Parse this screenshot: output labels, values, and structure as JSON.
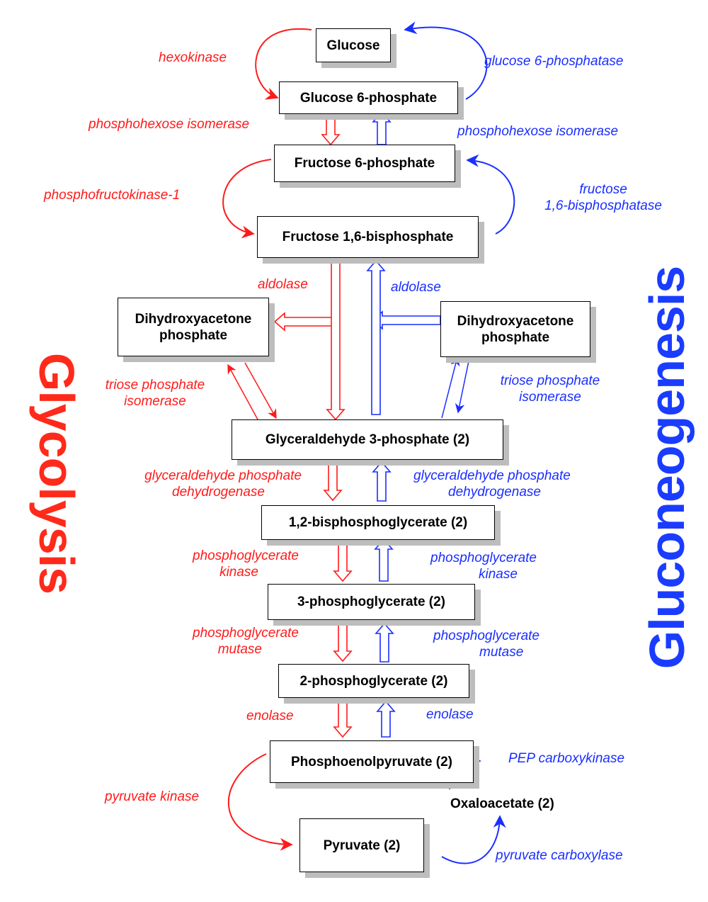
{
  "colors": {
    "glycolysis": "#ff1a1a",
    "gluconeogenesis": "#1a2eff",
    "box_border": "#000000",
    "box_shadow": "#bdbdbd"
  },
  "titles": {
    "glycolysis": "Glycolysis",
    "gluconeogenesis": "Gluconeogenesis"
  },
  "metabolites": {
    "glucose": "Glucose",
    "g6p": "Glucose 6-phosphate",
    "f6p": "Fructose 6-phosphate",
    "f16bp": "Fructose 1,6-bisphosphate",
    "dhap_left": "Dihydroxyacetone phosphate",
    "dhap_right": "Dihydroxyacetone phosphate",
    "g3p": "Glyceraldehyde 3-phosphate (2)",
    "bpg": "1,2-bisphosphoglycerate (2)",
    "pg3": "3-phosphoglycerate (2)",
    "pg2": "2-phosphoglycerate (2)",
    "pep": "Phosphoenolpyruvate (2)",
    "pyruvate": "Pyruvate (2)",
    "oaa": "Oxaloacetate (2)"
  },
  "enzymes_glycolysis": {
    "hexokinase": "hexokinase",
    "phi": "phosphohexose isomerase",
    "pfk1": "phosphofructokinase-1",
    "aldolase": "aldolase",
    "tpi_1": "triose phosphate",
    "tpi_2": "isomerase",
    "gapdh_1": "glyceraldehyde phosphate",
    "gapdh_2": "dehydrogenase",
    "pgk_1": "phosphoglycerate",
    "pgk_2": "kinase",
    "pgm_1": "phosphoglycerate",
    "pgm_2": "mutase",
    "enolase": "enolase",
    "pk": "pyruvate kinase"
  },
  "enzymes_gluconeogenesis": {
    "g6pase": "glucose 6-phosphatase",
    "phi": "phosphohexose isomerase",
    "fbpase_1": "fructose",
    "fbpase_2": "1,6-bisphosphatase",
    "aldolase": "aldolase",
    "tpi_1": "triose phosphate",
    "tpi_2": "isomerase",
    "gapdh_1": "glyceraldehyde phosphate",
    "gapdh_2": "dehydrogenase",
    "pgk_1": "phosphoglycerate",
    "pgk_2": "kinase",
    "pgm_1": "phosphoglycerate",
    "pgm_2": "mutase",
    "enolase": "enolase",
    "pepck": "PEP carboxykinase",
    "pc": "pyruvate carboxylase"
  }
}
